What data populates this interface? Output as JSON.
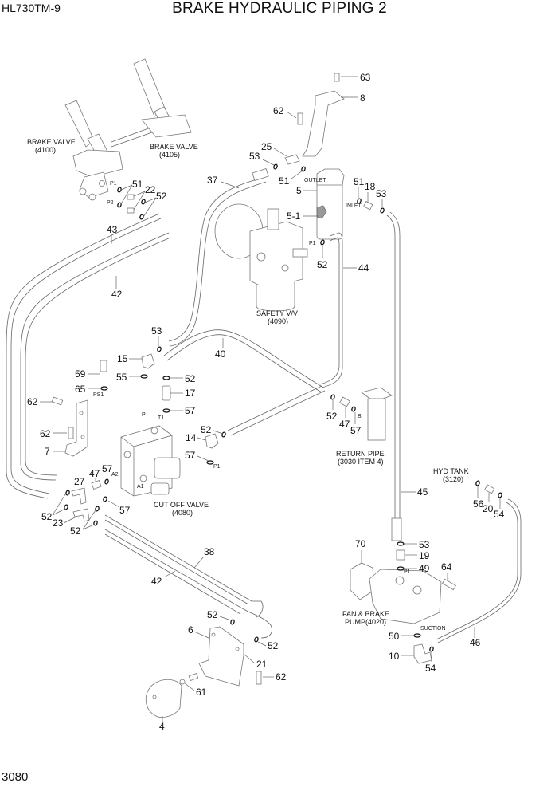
{
  "header": {
    "model": "HL730TM-9",
    "title": "BRAKE HYDRAULIC PIPING 2"
  },
  "footer": {
    "page_number": "3080"
  },
  "assemblies": {
    "brake_valve_left": {
      "name": "BRAKE VALVE",
      "ref": "(4100)"
    },
    "brake_valve_right": {
      "name": "BRAKE VALVE",
      "ref": "(4105)"
    },
    "safety_valve": {
      "name": "SAFETY V/V",
      "ref": "(4090)"
    },
    "return_pipe": {
      "name": "RETURN PIPE",
      "ref": "(3030 ITEM 4)"
    },
    "hyd_tank": {
      "name": "HYD  TANK",
      "ref": "(3120)"
    },
    "cut_off_valve": {
      "name": "CUT OFF VALVE",
      "ref": "(4080)"
    },
    "pump": {
      "name": "FAN & BRAKE",
      "ref": "PUMP(4020)"
    }
  },
  "port_labels": {
    "p1": "P1",
    "p2": "P2",
    "outlet": "OUTLET",
    "inlet": "INLET",
    "ps1": "PS1",
    "p": "P",
    "t1": "T1",
    "a1": "A1",
    "a2": "A2",
    "b": "B",
    "suction": "SUCTION"
  },
  "callouts": [
    {
      "id": "63"
    },
    {
      "id": "8"
    },
    {
      "id": "62"
    },
    {
      "id": "25"
    },
    {
      "id": "53"
    },
    {
      "id": "51"
    },
    {
      "id": "5"
    },
    {
      "id": "5-1"
    },
    {
      "id": "18"
    },
    {
      "id": "37"
    },
    {
      "id": "22"
    },
    {
      "id": "52"
    },
    {
      "id": "43"
    },
    {
      "id": "42"
    },
    {
      "id": "44"
    },
    {
      "id": "40"
    },
    {
      "id": "15"
    },
    {
      "id": "55"
    },
    {
      "id": "59"
    },
    {
      "id": "65"
    },
    {
      "id": "17"
    },
    {
      "id": "57"
    },
    {
      "id": "14"
    },
    {
      "id": "7"
    },
    {
      "id": "47"
    },
    {
      "id": "27"
    },
    {
      "id": "23"
    },
    {
      "id": "38"
    },
    {
      "id": "45"
    },
    {
      "id": "56"
    },
    {
      "id": "20"
    },
    {
      "id": "54"
    },
    {
      "id": "70"
    },
    {
      "id": "19"
    },
    {
      "id": "49"
    },
    {
      "id": "64"
    },
    {
      "id": "50"
    },
    {
      "id": "10"
    },
    {
      "id": "46"
    },
    {
      "id": "6"
    },
    {
      "id": "21"
    },
    {
      "id": "61"
    },
    {
      "id": "4"
    }
  ],
  "labels": {
    "c63": "63",
    "c8": "8",
    "c62a": "62",
    "c25": "25",
    "c53a": "53",
    "c51a": "51",
    "c5": "5",
    "c51b": "51",
    "c18": "18",
    "c53b": "53",
    "c5_1": "5-1",
    "c37": "37",
    "c52a": "52",
    "c44": "44",
    "c51c": "51",
    "c22": "22",
    "c52b": "52",
    "c43": "43",
    "c42a": "42",
    "c53c": "53",
    "c40": "40",
    "c15": "15",
    "c55": "55",
    "c52c": "52",
    "c59": "59",
    "c65": "65",
    "c17": "17",
    "c62b": "62",
    "c57a": "57",
    "c62c": "62",
    "c7": "7",
    "c52d": "52",
    "c14": "14",
    "c57b": "57",
    "c52e": "52",
    "c47a": "47",
    "c57c": "57",
    "c57d": "57",
    "c47b": "47",
    "c27": "27",
    "c52f": "52",
    "c23": "23",
    "c57e": "57",
    "c52g": "52",
    "c38": "38",
    "c42b": "42",
    "c45": "45",
    "c56": "56",
    "c20": "20",
    "c54a": "54",
    "c70": "70",
    "c53d": "53",
    "c19": "19",
    "c49": "49",
    "c64": "64",
    "c50": "50",
    "c10": "10",
    "c54b": "54",
    "c46": "46",
    "c52h": "52",
    "c6": "6",
    "c52i": "52",
    "c21": "21",
    "c62d": "62",
    "c61": "61",
    "c4": "4"
  }
}
